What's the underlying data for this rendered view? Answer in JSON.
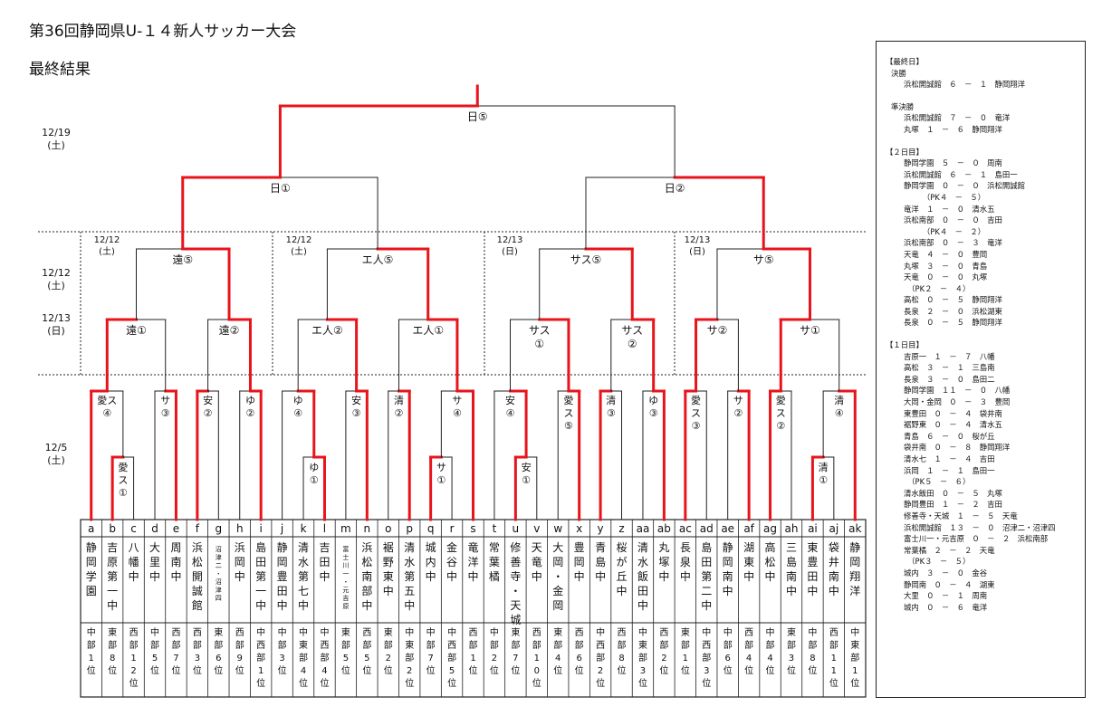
{
  "title": "第36回静岡県U-１４新人サッカー大会",
  "subtitle": "最終結果",
  "dates": {
    "final_day": "12/19\n(土)",
    "round2_day": "12/12\n(土)",
    "round2b_day": "12/13\n(日)",
    "round1_day": "12/5\n(土)",
    "blocks": [
      "12/12\n(土)",
      "12/12\n(土)",
      "12/13\n(日)",
      "12/13\n(日)"
    ]
  },
  "bracket": {
    "final": "日⑤",
    "semis": [
      "日①",
      "日②"
    ],
    "qf": [
      "遠⑤",
      "エ人⑤",
      "サス⑤",
      "サ⑤"
    ],
    "r16": [
      "遠①",
      "遠②",
      "エ人②",
      "エ人①",
      "サス\n①",
      "サス\n②",
      "サ②",
      "サ①"
    ],
    "r32": [
      "愛ス\n④",
      "サ\n③",
      "安\n②",
      "ゆ\n②",
      "ゆ\n④",
      "安\n③",
      "清\n②",
      "サ\n④",
      "安\n④",
      "愛\nス\n⑤",
      "清\n③",
      "ゆ\n③",
      "愛\nス\n③",
      "サ\n②",
      "愛\nス\n②",
      "清\n④"
    ],
    "r64": [
      "愛\nス\n①",
      "ゆ\n①",
      "サ\n①",
      "安\n①",
      "清\n①"
    ]
  },
  "teams": [
    {
      "code": "a",
      "name": "静岡学園",
      "rank": "中部1位"
    },
    {
      "code": "b",
      "name": "吉原第一中",
      "rank": "東部8位"
    },
    {
      "code": "c",
      "name": "八幡中",
      "rank": "西部12位"
    },
    {
      "code": "d",
      "name": "大里中",
      "rank": "中部5位"
    },
    {
      "code": "e",
      "name": "周南中",
      "rank": "西部7位"
    },
    {
      "code": "f",
      "name": "浜松開誠館",
      "rank": "西部3位"
    },
    {
      "code": "g",
      "name": "沼津二・沼津四",
      "rank": "東部6位"
    },
    {
      "code": "h",
      "name": "浜岡中",
      "rank": "西部9位"
    },
    {
      "code": "i",
      "name": "島田第一中",
      "rank": "中西部1位"
    },
    {
      "code": "j",
      "name": "静岡豊田中",
      "rank": "中部3位"
    },
    {
      "code": "k",
      "name": "清水第七中",
      "rank": "中東部4位"
    },
    {
      "code": "l",
      "name": "吉田中",
      "rank": "中西部4位"
    },
    {
      "code": "m",
      "name": "富士川一・元吉原",
      "rank": "東部5位"
    },
    {
      "code": "n",
      "name": "浜松南部中",
      "rank": "西部5位"
    },
    {
      "code": "o",
      "name": "裾野東中",
      "rank": "東部2位"
    },
    {
      "code": "p",
      "name": "清水第五中",
      "rank": "中東部2位"
    },
    {
      "code": "q",
      "name": "城内中",
      "rank": "中部7位"
    },
    {
      "code": "r",
      "name": "金谷中",
      "rank": "中西部5位"
    },
    {
      "code": "s",
      "name": "竜洋中",
      "rank": "西部1位"
    },
    {
      "code": "t",
      "name": "常葉橘",
      "rank": "中部2位"
    },
    {
      "code": "u",
      "name": "修善寺・天城",
      "rank": "東部7位"
    },
    {
      "code": "v",
      "name": "天竜中",
      "rank": "西部10位"
    },
    {
      "code": "w",
      "name": "大岡・金岡",
      "rank": "東部4位"
    },
    {
      "code": "x",
      "name": "豊岡中",
      "rank": "西部6位"
    },
    {
      "code": "y",
      "name": "青島中",
      "rank": "中西部2位"
    },
    {
      "code": "z",
      "name": "桜が丘中",
      "rank": "西部8位"
    },
    {
      "code": "aa",
      "name": "清水飯田中",
      "rank": "中東部3位"
    },
    {
      "code": "ab",
      "name": "丸塚中",
      "rank": "西部2位"
    },
    {
      "code": "ac",
      "name": "長泉中",
      "rank": "東部1位"
    },
    {
      "code": "ad",
      "name": "島田第二中",
      "rank": "中西部3位"
    },
    {
      "code": "ae",
      "name": "静岡南中",
      "rank": "中部6位"
    },
    {
      "code": "af",
      "name": "湖東中",
      "rank": "西部4位"
    },
    {
      "code": "ag",
      "name": "高松中",
      "rank": "中部4位"
    },
    {
      "code": "ah",
      "name": "三島南中",
      "rank": "東部3位"
    },
    {
      "code": "ai",
      "name": "東豊田中",
      "rank": "中部8位"
    },
    {
      "code": "aj",
      "name": "袋井南中",
      "rank": "西部11位"
    },
    {
      "code": "ak",
      "name": "静岡翔洋",
      "rank": "中東部1位"
    }
  ],
  "results": {
    "final_day_head": "【最終日】",
    "final_label": "決勝",
    "final_lines": [
      "浜松開誠館　６　－　１　静岡翔洋"
    ],
    "semi_label": "準決勝",
    "semi_lines": [
      "浜松開誠館　７　－　０　竜洋",
      "丸塚　１　－　６　静岡翔洋"
    ],
    "day2_head": "【２日目】",
    "day2_lines": [
      "静岡学園　５　－　０　周南",
      "浜松開誠館　６　－　１　島田一",
      "静岡学園　０　－　０　浜松開誠館",
      "　　　（PK４　－　５）",
      "竜洋　１　－　０　清水五",
      "浜松南部　０　－　０　吉田",
      "　　　（PK４　－　２）",
      "浜松南部　０　－　３　竜洋",
      "天竜　４　－　０　豊岡",
      "丸塚　３　－　０　青島",
      "天竜　０　－　０　丸塚",
      "　（PK２　－　４）",
      "高松　０　－　５　静岡翔洋",
      "長泉　２　－　０　浜松湖東",
      "長泉　０　－　５　静岡翔洋"
    ],
    "day1_head": "【１日目】",
    "day1_lines": [
      "吉原一　１　－　７　八幡",
      "高松　３　－　１　三島南",
      "長泉　３　－　０　島田二",
      "静岡学園　１１　－　０　八幡",
      "大岡・金岡　０　－　３　豊岡",
      "東豊田　０　－　４　袋井南",
      "裾野東　０　－　４　清水五",
      "青島　６　－　０　桜が丘",
      "袋井南　０　－　８　静岡翔洋",
      "清水七　１　－　４　吉田",
      "浜岡　１　－　１　島田一",
      "　（PK５　－　６）",
      "清水飯田　０　－　５　丸塚",
      "静岡豊田　１　－　２　吉田",
      "修善寺・天城　１　－　５　天竜",
      "浜松開誠館　１３　－　０　沼津二・沼津四",
      "富士川一・元吉原　０　－　２　浜松南部",
      "常葉橘　２　－　２　天竜",
      "　（PK３　－　５）",
      "城内　３　－　０　金谷",
      "静岡南　０　－　４　湖東",
      "大里　０　－　１　周南",
      "城内　０　－　６　竜洋"
    ]
  }
}
